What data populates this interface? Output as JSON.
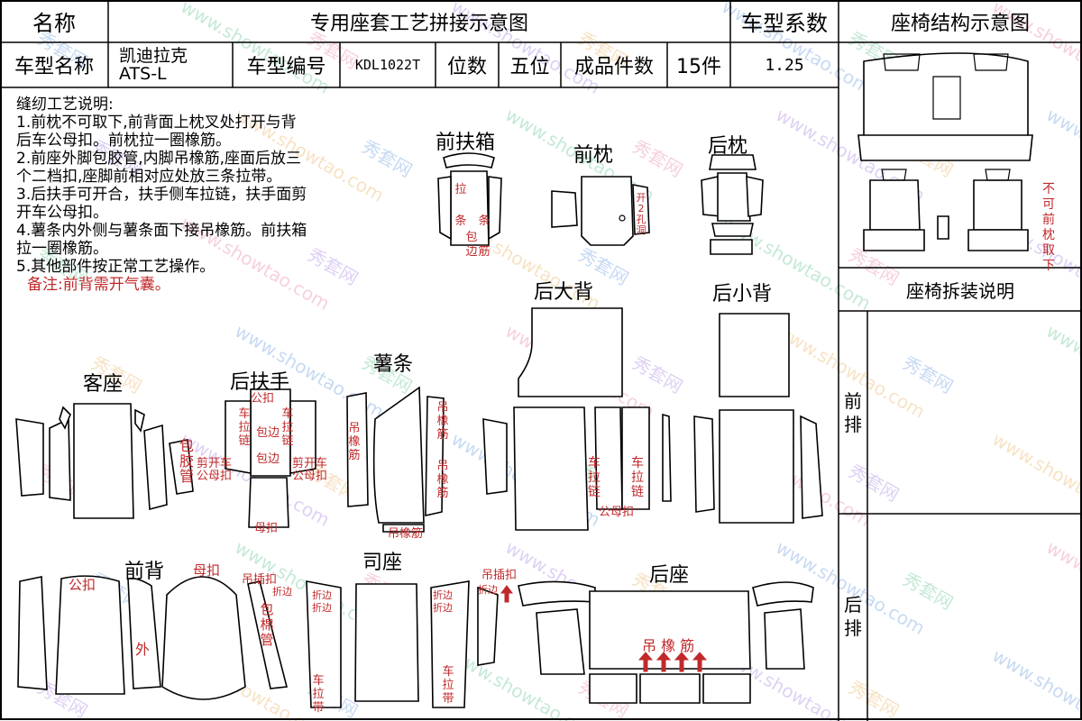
{
  "header": {
    "name_label": "名称",
    "title": "专用座套工艺拼接示意图",
    "coef_label": "车型系数",
    "struct_title": "座椅结构示意图"
  },
  "info": {
    "model_name_label": "车型名称",
    "model_name_value": "凯迪拉克\nATS-L",
    "model_code_label": "车型编号",
    "model_code_value": "KDL1022T",
    "seats_label": "位数",
    "seats_value": "五位",
    "pieces_label": "成品件数",
    "pieces_value": "15件",
    "coef_value": "1.25"
  },
  "notes": {
    "title": "缝纫工艺说明:",
    "lines": [
      "1.前枕不可取下,前背面上枕叉处打开与背",
      "后车公母扣。前枕拉一圈橡筋。",
      "2.前座外脚包胶管,内脚吊橡筋,座面后放三",
      "个二档扣,座脚前相对应处放三条拉带。",
      "3.后扶手可开合，扶手侧车拉链，扶手面剪",
      "开车公母扣。",
      "4.薯条内外侧与薯条面下接吊橡筋。前扶箱",
      "拉一圈橡筋。",
      "5.其他部件按正常工艺操作。"
    ],
    "remark": "备注:前背需开气囊。"
  },
  "pieces": {
    "front_armbox": "前扶箱",
    "front_headrest": "前枕",
    "rear_headrest": "后枕",
    "rear_big_back": "后大背",
    "rear_small_back": "后小背",
    "passenger_seat": "客座",
    "rear_armrest": "后扶手",
    "fries": "薯条",
    "front_back": "前背",
    "driver_seat": "司座",
    "rear_seat": "后座"
  },
  "annotations": {
    "armbox_la": "拉",
    "armbox_tiao_l": "条",
    "armbox_tiao_r": "条",
    "armbox_bao": "包",
    "armbox_bian": "边",
    "armbox_jin": "筋",
    "headrest_hole": "开2孔洞",
    "bao_jiao_guan": "包胶管",
    "gong_kou": "公扣",
    "che_la_lian_l": "车拉链",
    "che_la_lian_r": "车拉链",
    "bao_bian": "包边",
    "bao_bian_2": "包边",
    "jian_kai_gmk_l": "剪开车\n公母扣",
    "jian_kai_gmk_r": "剪开车\n公母扣",
    "mu_kou": "母扣",
    "diao_xiang_jin_l": "吊橡筋",
    "diao_xiang_jin_r1": "吊橡筋",
    "diao_xiang_jin_r2": "吊橡筋",
    "diao_xiang_jin_b": "吊橡筋",
    "che_la_lian_bb1": "车拉链",
    "che_la_lian_bb2": "车拉链",
    "gong_mu_kou": "公母扣",
    "fb_gong_kou": "公扣",
    "fb_mu_kou": "母扣",
    "fb_wai": "外",
    "diao_cha_kou_1": "吊插扣",
    "diao_cha_kou_2": "吊插扣",
    "bao_mian_guan": "包棉管",
    "zhe_bian_1": "折边",
    "zhe_bian_2": "折边",
    "zhe_bian_3": "折边",
    "zhe_bian_4": "折边",
    "zhe_bian_5": "折边",
    "che_la_dai_1": "车拉带",
    "che_la_dai_2": "车拉带",
    "rs_diao_xiang_jin": "吊 橡 筋",
    "rs_zhe_bian": "折边"
  },
  "side": {
    "seat_note": "不可前枕取下",
    "disassembly_title": "座椅拆装说明",
    "front_row": "前排",
    "rear_row": "后排"
  },
  "watermark": {
    "cn": "秀套网",
    "en": "www.showtao.com"
  },
  "colors": {
    "annotation_red": "#c0292b",
    "line": "#000000"
  }
}
